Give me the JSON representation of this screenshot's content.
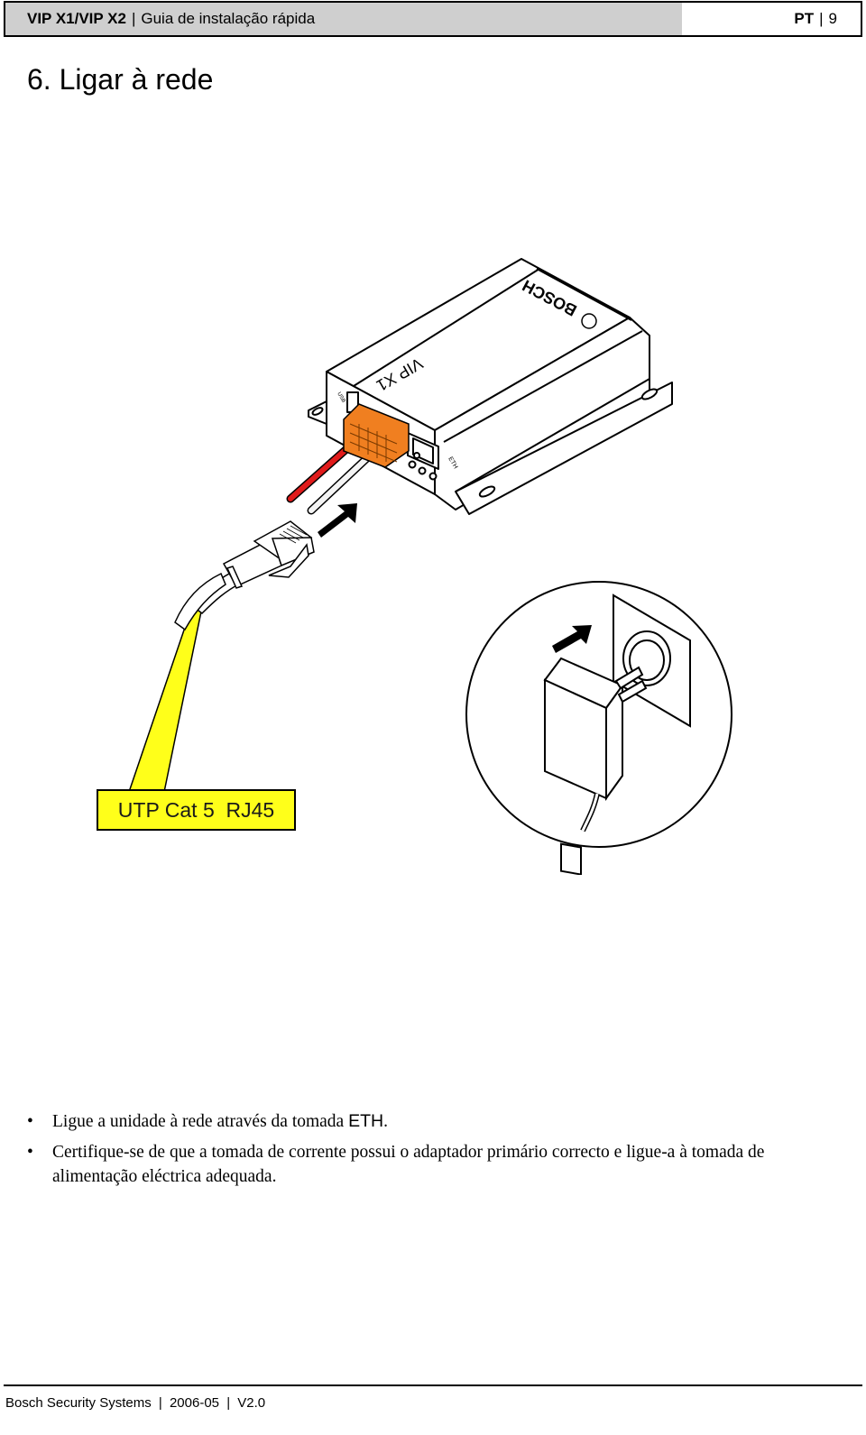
{
  "header": {
    "product": "VIP X1/VIP X2",
    "separator": "|",
    "guide": "Guia de instalação rápida",
    "lang": "PT",
    "page": "9"
  },
  "title": "6. Ligar à rede",
  "illustration": {
    "device_brand": "BOSCH",
    "device_model": "VIP X1",
    "port_eth": "ETH",
    "port_usb": "USB",
    "cable_label": "UTP Cat 5  RJ45",
    "colors": {
      "label_bg": "#ffff1a",
      "connector": "#f07f20",
      "red_wire": "#e01b1b"
    }
  },
  "bullets": [
    {
      "marker": "•",
      "text": "Ligue a unidade à rede através da tomada ",
      "emphasis": "ETH",
      "tail": "."
    },
    {
      "marker": "•",
      "text": "Certifique-se de que a tomada de corrente possui o adaptador primário correcto e ligue-a à tomada de alimentação eléctrica adequada."
    }
  ],
  "footer": {
    "company": "Bosch Security Systems",
    "date": "2006-05",
    "version": "V2.0",
    "separator": "|"
  }
}
